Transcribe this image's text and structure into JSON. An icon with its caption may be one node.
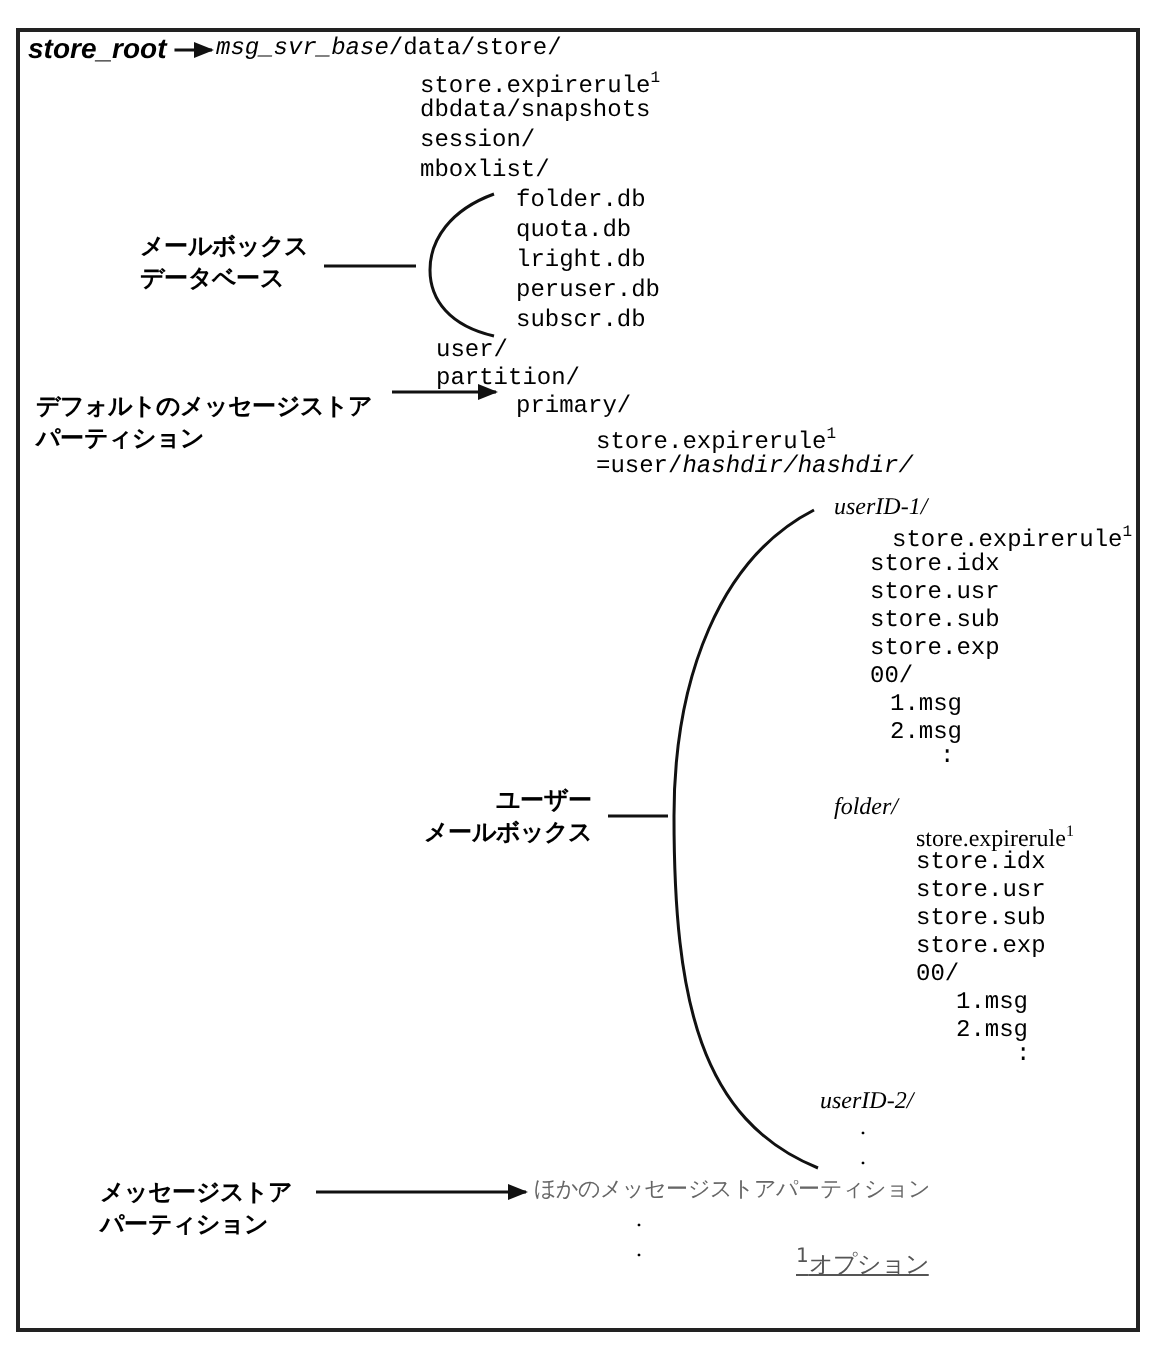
{
  "diagram": {
    "nodes": [
      {
        "text": [
          "store_root"
        ]
      },
      {
        "text": [
          "*msg_svr_base*/data/store/"
        ]
      },
      {
        "text": [
          "メールボックスデータベース"
        ]
      },
      {
        "text": [],
        "shape": "bracket"
      },
      {
        "text": [
          "デフォルトのメッセージストアパーティション"
        ]
      },
      {
        "text": [
          "primary/"
        ]
      },
      {
        "text": [
          "ユーザーメールボックス"
        ]
      },
      {
        "text": [],
        "shape": "bracket"
      },
      {
        "text": [
          "メッセージストアパーティション"
        ]
      },
      {
        "text": [
          "ほかのメッセージストアパーティション"
        ]
      }
    ],
    "edges": [
      {
        "from": 0,
        "to": 1,
        "arrow": "to"
      },
      {
        "from": 2,
        "to": 3,
        "arrow": "none"
      },
      {
        "from": 4,
        "to": 5,
        "arrow": "to"
      },
      {
        "from": 6,
        "to": 7,
        "arrow": "none"
      },
      {
        "from": 8,
        "to": 9,
        "arrow": "to"
      }
    ],
    "labels": [
      "store.expirerule$^{1}$",
      "dbdata/snapshots",
      "session/",
      "mboxlist/",
      "folder.db",
      "quota.db",
      "lright.db",
      "peruser.db",
      "subscr.db",
      "user/",
      "partition/",
      "store.expirerule$^{1}$",
      "=user/*hashdir/hashdir/*",
      "userID-1/",
      "store.expirerule$^{1}$",
      "store.idx",
      "store.usr",
      "store.sub",
      "store.exp",
      "00/",
      "1.msg",
      "2.msg",
      ":",
      "folder/",
      "store.expirerule$^{1}$",
      "store.idx",
      "store.usr",
      "store.sub",
      "store.exp",
      "00/",
      "1.msg",
      "2.msg",
      ":",
      "userID-2/",
      ".",
      ".",
      ".",
      ".",
      "$^{1}$オプション"
    ]
  }
}
